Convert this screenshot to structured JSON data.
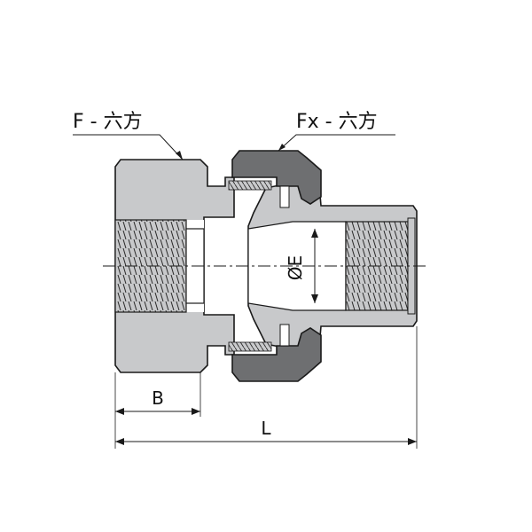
{
  "labels": {
    "f_hex": "F - 六方",
    "fx_hex": "Fx - 六方",
    "dia_e": "ØE",
    "dim_b": "B",
    "dim_l": "L"
  },
  "colors": {
    "body_fill": "#c8c9cb",
    "nut_fill": "#6e6f71",
    "line": "#1a1a1a",
    "background": "#ffffff"
  }
}
